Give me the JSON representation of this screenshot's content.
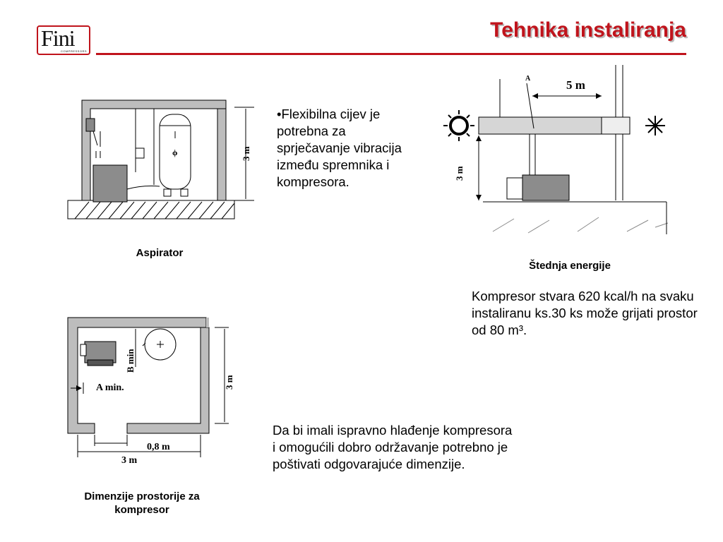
{
  "logo": {
    "word": "Fini",
    "tagline": "COMPRESSORS"
  },
  "title": "Tehnika instaliranja",
  "captions": {
    "aspirator": "Aspirator",
    "energy": "Štednja energije",
    "room": "Dimenzije prostorije za kompresor"
  },
  "texts": {
    "bullet": "•Flexibilna cijev je potrebna za sprječavanje vibracija između spremnika i kompresora.",
    "energy": "Kompresor stvara 620 kcal/h na svaku instaliranu ks.30 ks može grijati prostor od 80 m³.",
    "cooling": "Da bi imali ispravno hlađenje kompresora i omogućili dobro održavanje potrebno je poštivati odgovarajuće dimenzije."
  },
  "diagram_labels": {
    "aspirator_height": "3 m",
    "energy_width": "5 m",
    "energy_height": "3 m",
    "energy_point": "A",
    "room_b": "B min",
    "room_a": "A min.",
    "room_height": "3 m",
    "room_door": "0,8 m",
    "room_width": "3 m"
  }
}
